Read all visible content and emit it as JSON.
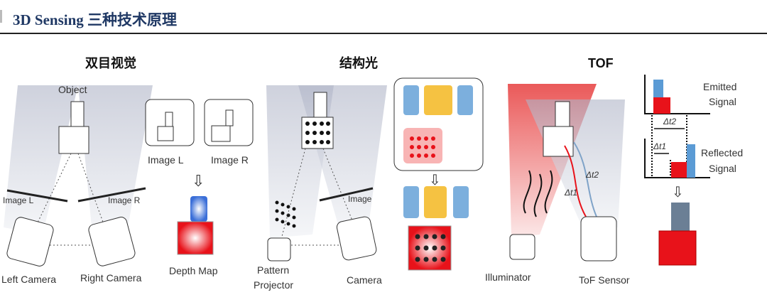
{
  "header": {
    "title": "3D Sensing  三种技术原理"
  },
  "stereo": {
    "title": "双目视觉",
    "object": "Object",
    "image_l": "Image L",
    "image_r": "Image R",
    "image_l_thumb": "Image L",
    "image_r_thumb": "Image R",
    "depth_map": "Depth Map",
    "left_camera": "Left Camera",
    "right_camera": "Right Camera"
  },
  "structured": {
    "title": "结构光",
    "image": "Image",
    "pattern_projector": [
      "Pattern",
      "Projector"
    ],
    "camera": "Camera"
  },
  "tof": {
    "title": "TOF",
    "illuminator": "Illuminator",
    "sensor": "ToF Sensor",
    "dt1": "Δt1",
    "dt2": "Δt2",
    "emitted": [
      "Emitted",
      "Signal"
    ],
    "reflected": [
      "Reflected",
      "Signal"
    ]
  },
  "colors": {
    "title": "#1f3864",
    "red": "#e8121a",
    "blue": "#5b9bd5",
    "yellow": "#f5c242",
    "beam": "#c9cbd6"
  }
}
